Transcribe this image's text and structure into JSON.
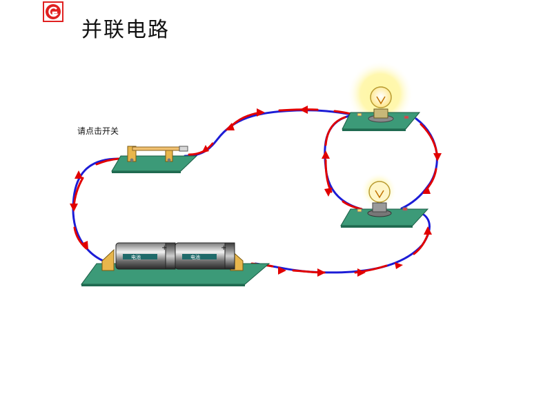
{
  "title": "并联电路",
  "hint": "请点击开关",
  "battery_label": "电池",
  "battery_label_2": "电池",
  "icons": {
    "logo": "logo-icon"
  },
  "colors": {
    "wire": "#1c1cd6",
    "arrow": "#e10000",
    "board": "#3c9a78",
    "bulb_glow": "#fff27a"
  }
}
